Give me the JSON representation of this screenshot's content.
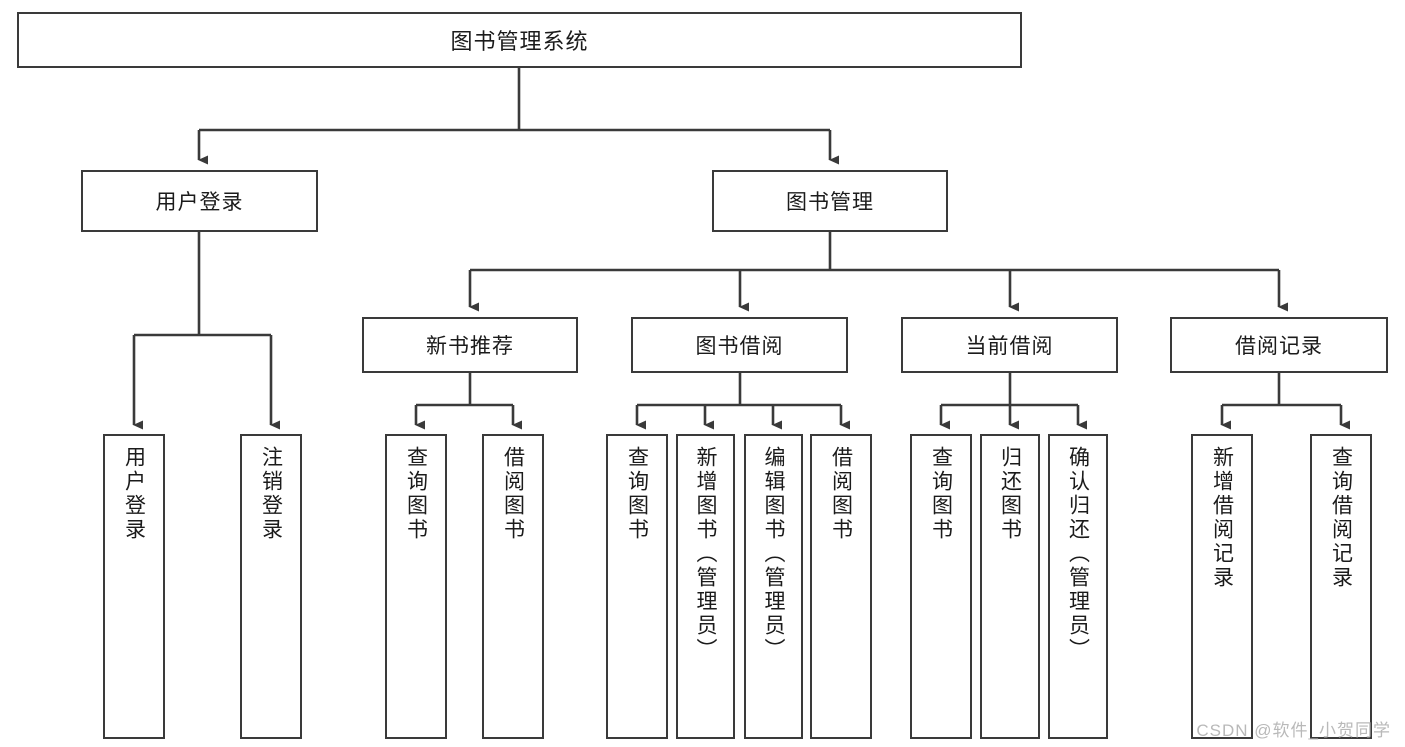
{
  "meta": {
    "title": "图书管理系统",
    "watermark": "CSDN @软件_小贺同学",
    "stroke_color": "#3a3a3a",
    "text_color": "#1b1b1b",
    "background_color": "#ffffff",
    "watermark_color": "#b9b9b9"
  },
  "chart_data": {
    "type": "diagram",
    "diagram_type": "tree",
    "title": "图书管理系统",
    "orientation": "top-down",
    "levels": 4,
    "nodes": [
      {
        "id": "root",
        "label": "图书管理系统",
        "level": 0,
        "parent": null,
        "text_direction": "horizontal"
      },
      {
        "id": "login",
        "label": "用户登录",
        "level": 1,
        "parent": "root",
        "text_direction": "horizontal"
      },
      {
        "id": "bookmgmt",
        "label": "图书管理",
        "level": 1,
        "parent": "root",
        "text_direction": "horizontal"
      },
      {
        "id": "recommend",
        "label": "新书推荐",
        "level": 2,
        "parent": "bookmgmt",
        "text_direction": "horizontal"
      },
      {
        "id": "borrow",
        "label": "图书借阅",
        "level": 2,
        "parent": "bookmgmt",
        "text_direction": "horizontal"
      },
      {
        "id": "current",
        "label": "当前借阅",
        "level": 2,
        "parent": "bookmgmt",
        "text_direction": "horizontal"
      },
      {
        "id": "records",
        "label": "借阅记录",
        "level": 2,
        "parent": "bookmgmt",
        "text_direction": "horizontal"
      },
      {
        "id": "leaf1",
        "label": "用户登录",
        "level": 3,
        "parent": "login",
        "text_direction": "vertical"
      },
      {
        "id": "leaf2",
        "label": "注销登录",
        "level": 3,
        "parent": "login",
        "text_direction": "vertical"
      },
      {
        "id": "leaf3",
        "label": "查询图书",
        "level": 3,
        "parent": "recommend",
        "text_direction": "vertical"
      },
      {
        "id": "leaf4",
        "label": "借阅图书",
        "level": 3,
        "parent": "recommend",
        "text_direction": "vertical"
      },
      {
        "id": "leaf5",
        "label": "查询图书",
        "level": 3,
        "parent": "borrow",
        "text_direction": "vertical"
      },
      {
        "id": "leaf6",
        "label": "新增图书（管理员）",
        "level": 3,
        "parent": "borrow",
        "text_direction": "vertical"
      },
      {
        "id": "leaf7",
        "label": "编辑图书（管理员）",
        "level": 3,
        "parent": "borrow",
        "text_direction": "vertical"
      },
      {
        "id": "leaf8",
        "label": "借阅图书",
        "level": 3,
        "parent": "borrow",
        "text_direction": "vertical"
      },
      {
        "id": "leaf9",
        "label": "查询图书",
        "level": 3,
        "parent": "current",
        "text_direction": "vertical"
      },
      {
        "id": "leaf10",
        "label": "归还图书",
        "level": 3,
        "parent": "current",
        "text_direction": "vertical"
      },
      {
        "id": "leaf11",
        "label": "确认归还（管理员）",
        "level": 3,
        "parent": "current",
        "text_direction": "vertical"
      },
      {
        "id": "leaf12",
        "label": "新增借阅记录",
        "level": 3,
        "parent": "records",
        "text_direction": "vertical"
      },
      {
        "id": "leaf13",
        "label": "查询借阅记录",
        "level": 3,
        "parent": "records",
        "text_direction": "vertical"
      }
    ],
    "edges": [
      {
        "from": "root",
        "to": "login"
      },
      {
        "from": "root",
        "to": "bookmgmt"
      },
      {
        "from": "bookmgmt",
        "to": "recommend"
      },
      {
        "from": "bookmgmt",
        "to": "borrow"
      },
      {
        "from": "bookmgmt",
        "to": "current"
      },
      {
        "from": "bookmgmt",
        "to": "records"
      },
      {
        "from": "login",
        "to": "leaf1"
      },
      {
        "from": "login",
        "to": "leaf2"
      },
      {
        "from": "recommend",
        "to": "leaf3"
      },
      {
        "from": "recommend",
        "to": "leaf4"
      },
      {
        "from": "borrow",
        "to": "leaf5"
      },
      {
        "from": "borrow",
        "to": "leaf6"
      },
      {
        "from": "borrow",
        "to": "leaf7"
      },
      {
        "from": "borrow",
        "to": "leaf8"
      },
      {
        "from": "current",
        "to": "leaf9"
      },
      {
        "from": "current",
        "to": "leaf10"
      },
      {
        "from": "current",
        "to": "leaf11"
      },
      {
        "from": "records",
        "to": "leaf12"
      },
      {
        "from": "records",
        "to": "leaf13"
      }
    ]
  }
}
